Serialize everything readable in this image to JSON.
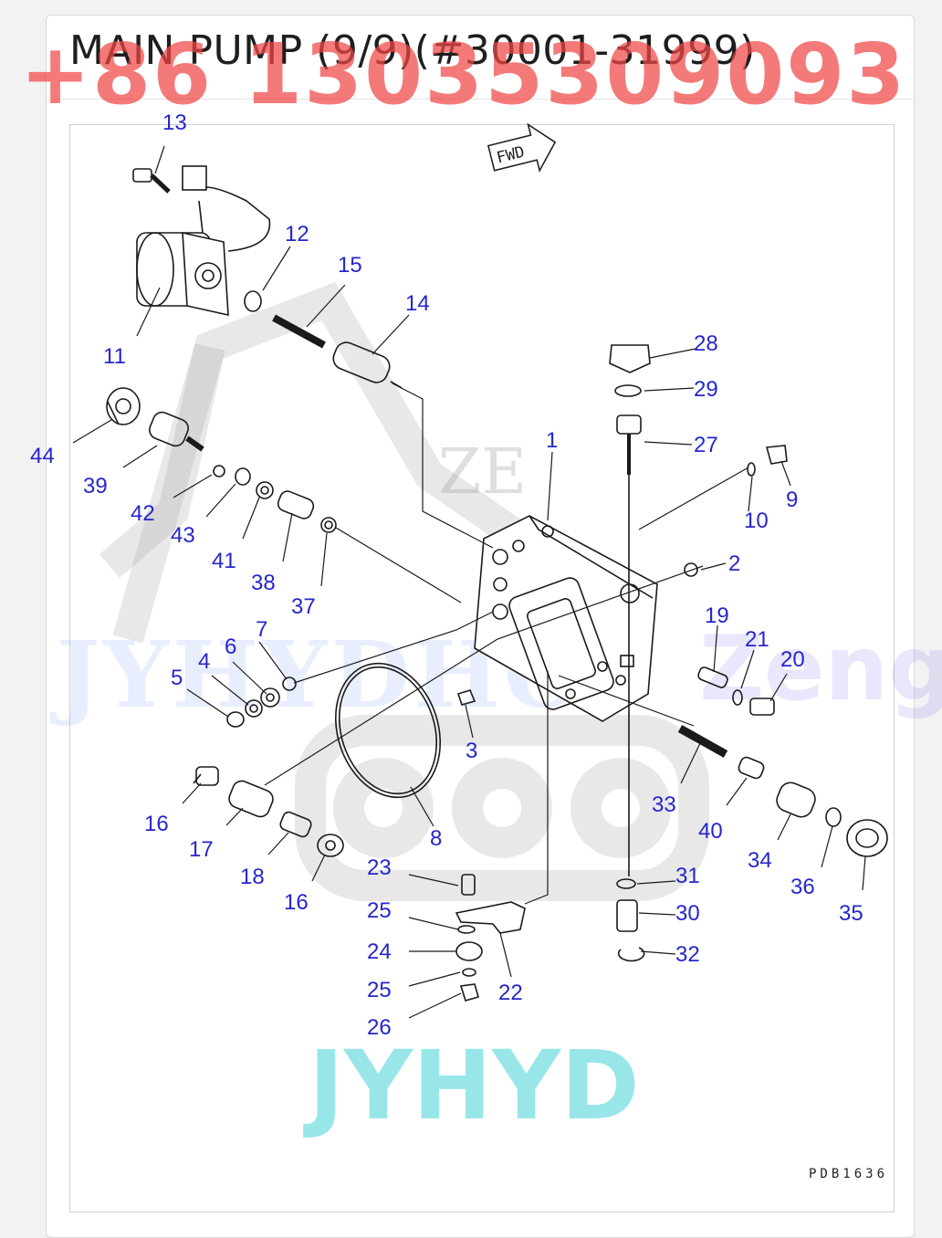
{
  "page": {
    "title": "MAIN PUMP (9/9)(#30001-31999)",
    "drawing_code": "PDB1636"
  },
  "watermarks": {
    "phone": "+86 13035309093",
    "brand_bottom": "JYHYD",
    "band_left": "JYHYDHC",
    "band_right": "Zeng",
    "logo_text": "ZE"
  },
  "diagram": {
    "fwd_label": "FWD",
    "callouts": [
      {
        "id": "c13",
        "label": "13"
      },
      {
        "id": "c12",
        "label": "12"
      },
      {
        "id": "c15",
        "label": "15"
      },
      {
        "id": "c14",
        "label": "14"
      },
      {
        "id": "c11",
        "label": "11"
      },
      {
        "id": "c44",
        "label": "44"
      },
      {
        "id": "c39",
        "label": "39"
      },
      {
        "id": "c42",
        "label": "42"
      },
      {
        "id": "c43",
        "label": "43"
      },
      {
        "id": "c41",
        "label": "41"
      },
      {
        "id": "c38",
        "label": "38"
      },
      {
        "id": "c37",
        "label": "37"
      },
      {
        "id": "c28",
        "label": "28"
      },
      {
        "id": "c29",
        "label": "29"
      },
      {
        "id": "c27",
        "label": "27"
      },
      {
        "id": "c1",
        "label": "1"
      },
      {
        "id": "c10",
        "label": "10"
      },
      {
        "id": "c9",
        "label": "9"
      },
      {
        "id": "c2",
        "label": "2"
      },
      {
        "id": "c19",
        "label": "19"
      },
      {
        "id": "c21",
        "label": "21"
      },
      {
        "id": "c20",
        "label": "20"
      },
      {
        "id": "c7",
        "label": "7"
      },
      {
        "id": "c6",
        "label": "6"
      },
      {
        "id": "c4",
        "label": "4"
      },
      {
        "id": "c5",
        "label": "5"
      },
      {
        "id": "c3",
        "label": "3"
      },
      {
        "id": "c33",
        "label": "33"
      },
      {
        "id": "c40",
        "label": "40"
      },
      {
        "id": "c34",
        "label": "34"
      },
      {
        "id": "c36",
        "label": "36"
      },
      {
        "id": "c35",
        "label": "35"
      },
      {
        "id": "c16a",
        "label": "16"
      },
      {
        "id": "c17",
        "label": "17"
      },
      {
        "id": "c18",
        "label": "18"
      },
      {
        "id": "c16b",
        "label": "16"
      },
      {
        "id": "c8",
        "label": "8"
      },
      {
        "id": "c23",
        "label": "23"
      },
      {
        "id": "c25a",
        "label": "25"
      },
      {
        "id": "c24",
        "label": "24"
      },
      {
        "id": "c25b",
        "label": "25"
      },
      {
        "id": "c26",
        "label": "26"
      },
      {
        "id": "c22",
        "label": "22"
      },
      {
        "id": "c31",
        "label": "31"
      },
      {
        "id": "c30",
        "label": "30"
      },
      {
        "id": "c32",
        "label": "32"
      }
    ]
  }
}
